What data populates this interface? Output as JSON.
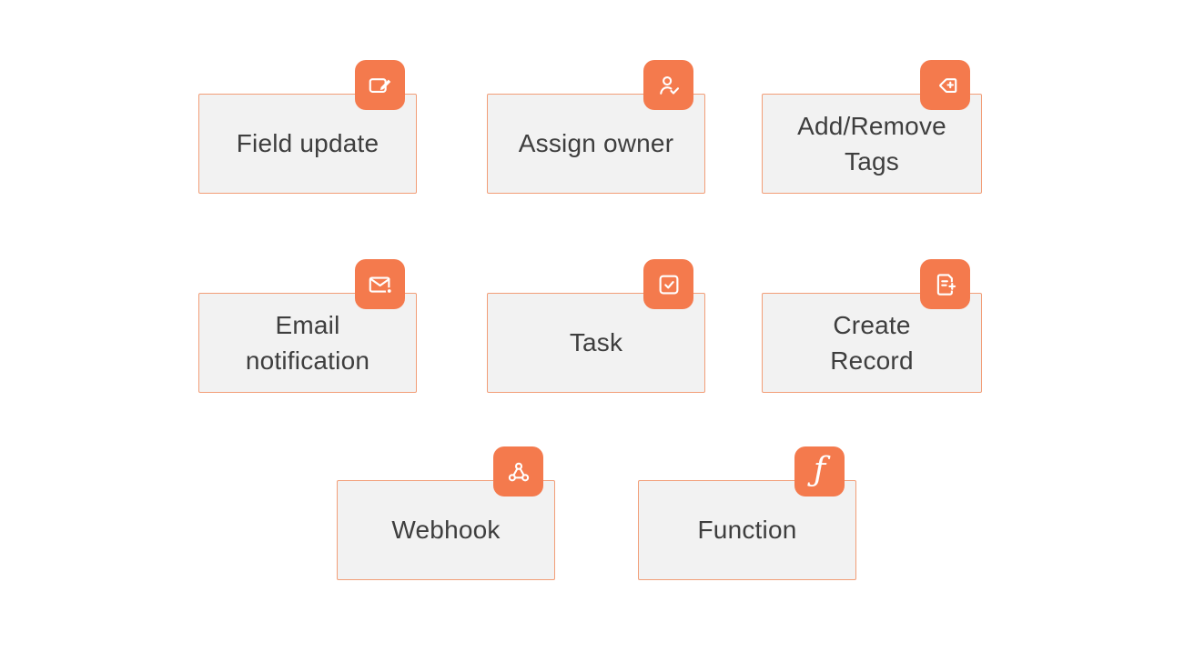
{
  "theme": {
    "page_background": "#ffffff",
    "badge_color": "#f47a4d",
    "card_background": "#f2f2f2",
    "card_border": "#f29e78",
    "label_color": "#3e3e3e",
    "icon_color": "#ffffff"
  },
  "cards": [
    {
      "label": "Field update",
      "icon": "field-update-edit-icon"
    },
    {
      "label": "Assign owner",
      "icon": "assign-owner-user-check-icon"
    },
    {
      "label": "Add/Remove Tags",
      "icon": "tag-plus-icon"
    },
    {
      "label": "Email notification",
      "icon": "email-notification-icon"
    },
    {
      "label": "Task",
      "icon": "task-check-icon"
    },
    {
      "label": "Create Record",
      "icon": "create-record-document-plus-icon"
    },
    {
      "label": "Webhook",
      "icon": "webhook-icon"
    },
    {
      "label": "Function",
      "icon": "function-icon",
      "glyph": "ƒ"
    }
  ]
}
